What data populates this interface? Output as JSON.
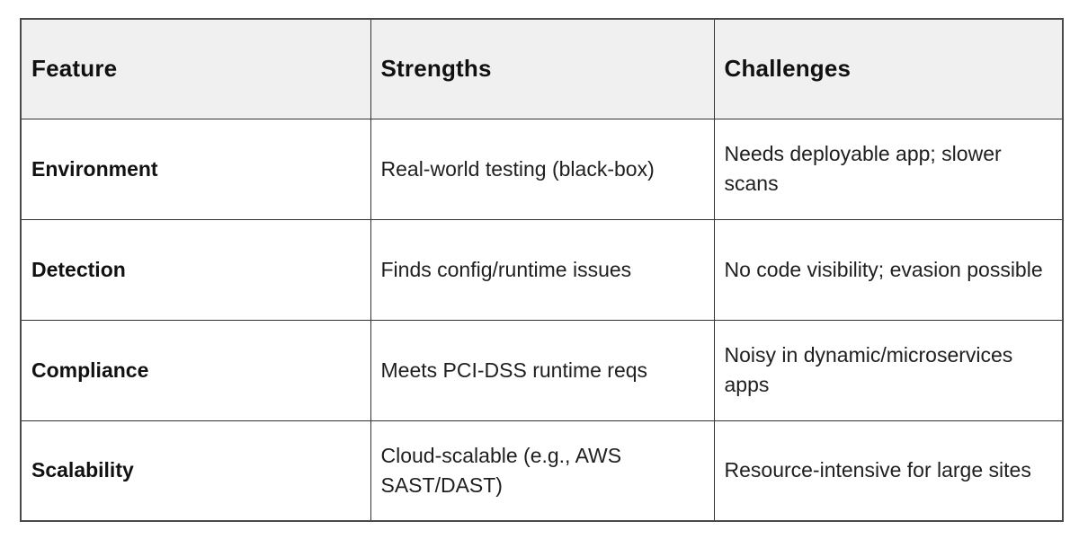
{
  "table": {
    "columns": [
      "Feature",
      "Strengths",
      "Challenges"
    ],
    "rows": [
      {
        "feature": "Environment",
        "strengths": "Real-world testing (black-box)",
        "challenges": "Needs deployable app; slower scans"
      },
      {
        "feature": "Detection",
        "strengths": "Finds config/runtime issues",
        "challenges": "No code visibility; evasion possible"
      },
      {
        "feature": "Compliance",
        "strengths": "Meets PCI-DSS runtime reqs",
        "challenges": "Noisy in dynamic/microservices apps"
      },
      {
        "feature": "Scalability",
        "strengths": "Cloud-scalable (e.g., AWS SAST/DAST)",
        "challenges": "Resource-intensive for large sites"
      }
    ],
    "colors": {
      "header_bg": "#f0f0f0",
      "outer_border": "#4a4a4a",
      "inner_border": "#333333",
      "text": "#1f1f1f",
      "page_bg": "#ffffff"
    }
  }
}
